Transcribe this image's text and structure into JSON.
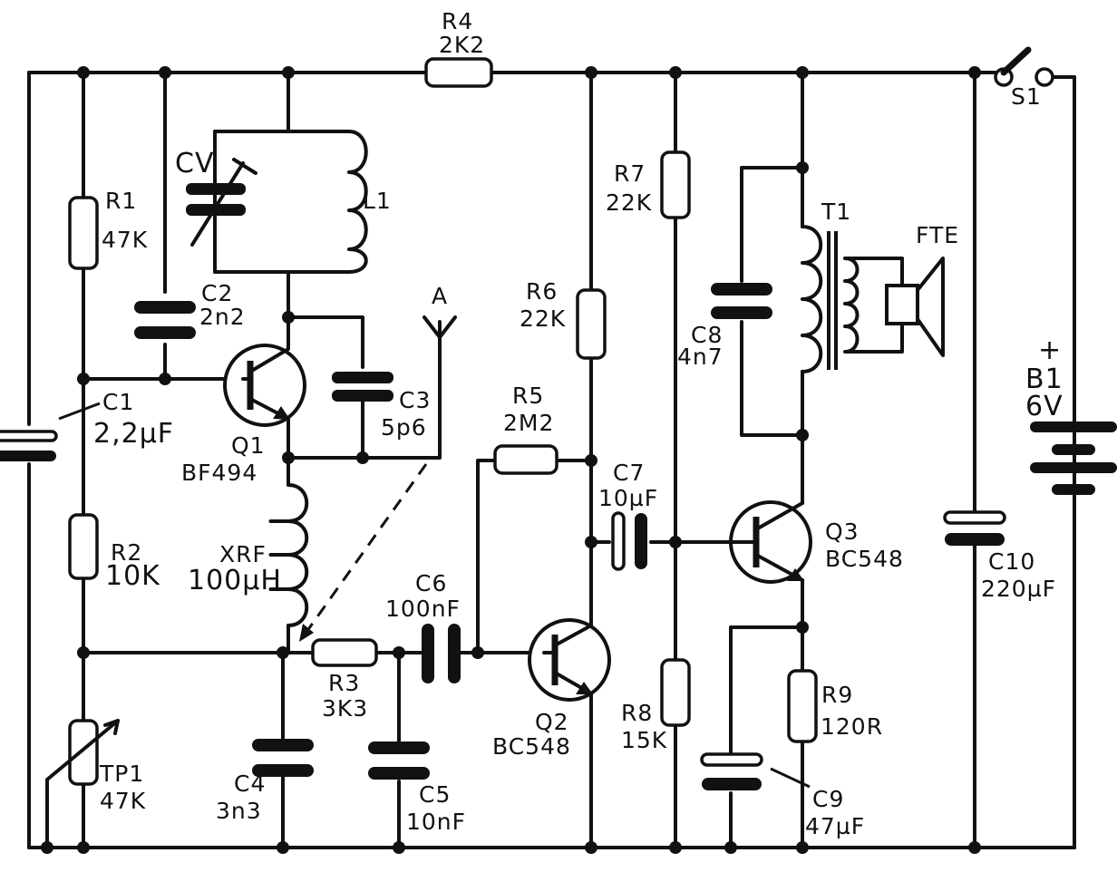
{
  "components": {
    "R1": {
      "ref": "R1",
      "value": "47K"
    },
    "R2": {
      "ref": "R2",
      "value": "10K"
    },
    "R3": {
      "ref": "R3",
      "value": "3K3"
    },
    "R4": {
      "ref": "R4",
      "value": "2K2"
    },
    "R5": {
      "ref": "R5",
      "value": "2M2"
    },
    "R6": {
      "ref": "R6",
      "value": "22K"
    },
    "R7": {
      "ref": "R7",
      "value": "22K"
    },
    "R8": {
      "ref": "R8",
      "value": "15K"
    },
    "R9": {
      "ref": "R9",
      "value": "120R"
    },
    "C1": {
      "ref": "C1",
      "value": "2,2µF"
    },
    "C2": {
      "ref": "C2",
      "value": "2n2"
    },
    "C3": {
      "ref": "C3",
      "value": "5p6"
    },
    "C4": {
      "ref": "C4",
      "value": "3n3"
    },
    "C5": {
      "ref": "C5",
      "value": "10nF"
    },
    "C6": {
      "ref": "C6",
      "value": "100nF"
    },
    "C7": {
      "ref": "C7",
      "value": "10µF"
    },
    "C8": {
      "ref": "C8",
      "value": "4n7"
    },
    "C9": {
      "ref": "C9",
      "value": "47µF"
    },
    "C10": {
      "ref": "C10",
      "value": "220µF"
    },
    "Q1": {
      "ref": "Q1",
      "value": "BF494"
    },
    "Q2": {
      "ref": "Q2",
      "value": "BC548"
    },
    "Q3": {
      "ref": "Q3",
      "value": "BC548"
    },
    "XRF": {
      "ref": "XRF",
      "value": "100µH"
    },
    "TP1": {
      "ref": "TP1",
      "value": "47K"
    },
    "B1": {
      "ref": "B1",
      "value": "6V",
      "polarity": "+"
    },
    "CV": {
      "ref": "CV"
    },
    "L1": {
      "ref": "L1"
    },
    "T1": {
      "ref": "T1"
    },
    "FTE": {
      "ref": "FTE"
    },
    "S1": {
      "ref": "S1"
    },
    "A": {
      "ref": "A"
    }
  }
}
